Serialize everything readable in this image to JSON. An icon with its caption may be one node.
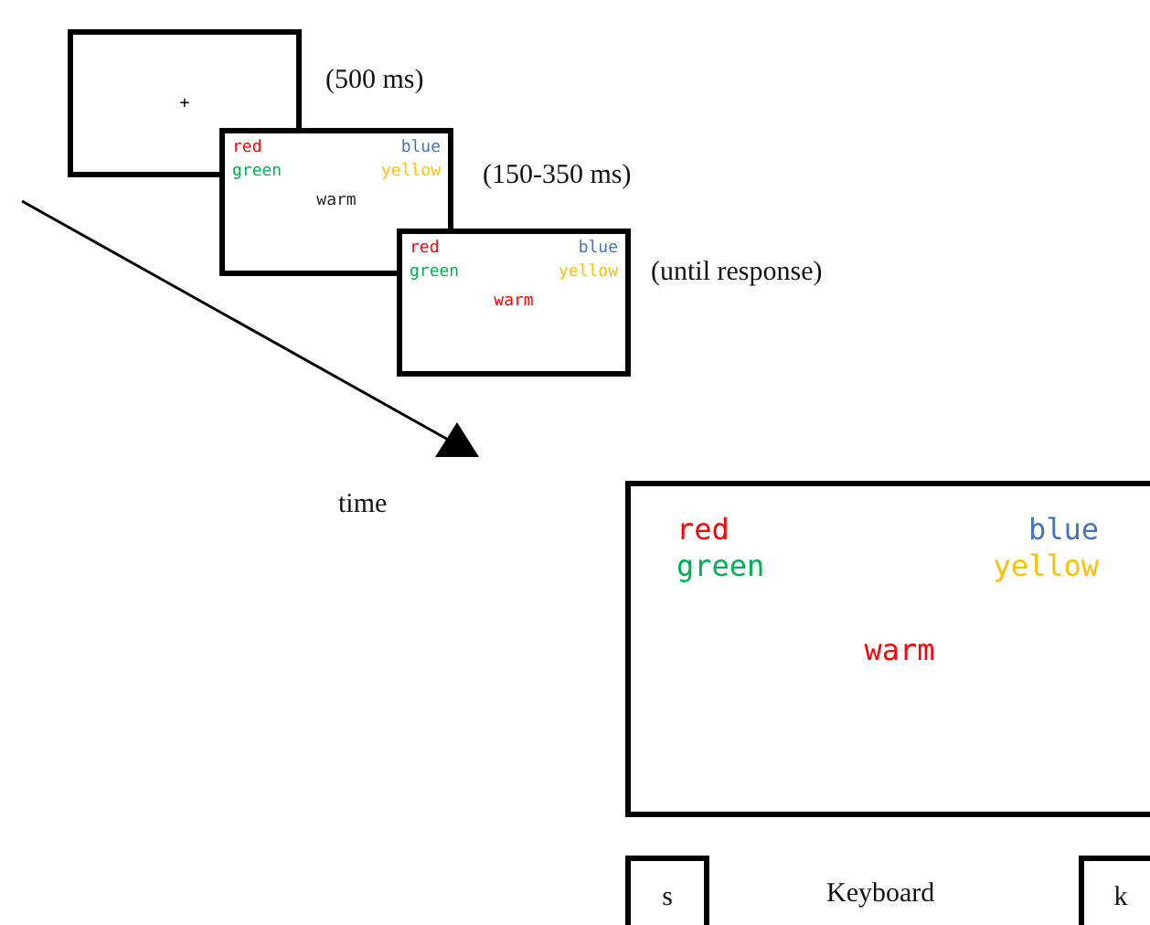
{
  "diagram": {
    "nodes": [
      {
        "text": [
          "+"
        ],
        "beside": [
          "(500 ms)"
        ]
      },
      {
        "text": [
          "red",
          "blue",
          "green",
          "yellow",
          "warm"
        ],
        "beside": [
          "(150-350 ms)"
        ]
      },
      {
        "text": [
          "red",
          "blue",
          "green",
          "yellow",
          "warm"
        ],
        "beside": [
          "(until response)"
        ]
      },
      {
        "text": [
          "red",
          "blue",
          "green",
          "yellow",
          "warm"
        ]
      },
      {
        "text": [
          "s"
        ]
      },
      {
        "text": [
          "k"
        ]
      }
    ],
    "labels": [
      "time",
      "Keyboard"
    ]
  }
}
